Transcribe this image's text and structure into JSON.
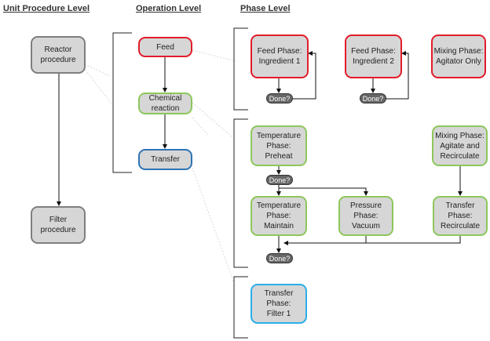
{
  "headers": {
    "unit": "Unit Procedure Level",
    "operation": "Operation Level",
    "phase": "Phase Level"
  },
  "unit_procedures": {
    "reactor": "Reactor\nprocedure",
    "filter": "Filter\nprocedure"
  },
  "operations": {
    "feed": "Feed",
    "chemical_reaction": "Chemical\nreaction",
    "transfer": "Transfer"
  },
  "phases": {
    "feed_ing1": "Feed Phase:\nIngredient 1",
    "feed_ing2": "Feed Phase:\nIngredient 2",
    "mix_agitator": "Mixing Phase:\nAgitator Only",
    "temp_preheat": "Temperature\nPhase:\nPreheat",
    "mix_agitate_recirc": "Mixing Phase:\nAgitate and\nRecirculate",
    "temp_maintain": "Temperature\nPhase:\nMaintain",
    "pressure_vacuum": "Pressure\nPhase:\nVacuum",
    "transfer_recirc": "Transfer\nPhase:\nRecirculate",
    "transfer_filter": "Transfer\nPhase:\nFilter 1"
  },
  "done_label": "Done?",
  "colors": {
    "feed_red": "#e21c2a",
    "reaction_green": "#8dc75c",
    "transfer_blue": "#2e74b5",
    "filter_cyan": "#2aaee8",
    "unit_gray": "#7f7f7f"
  }
}
